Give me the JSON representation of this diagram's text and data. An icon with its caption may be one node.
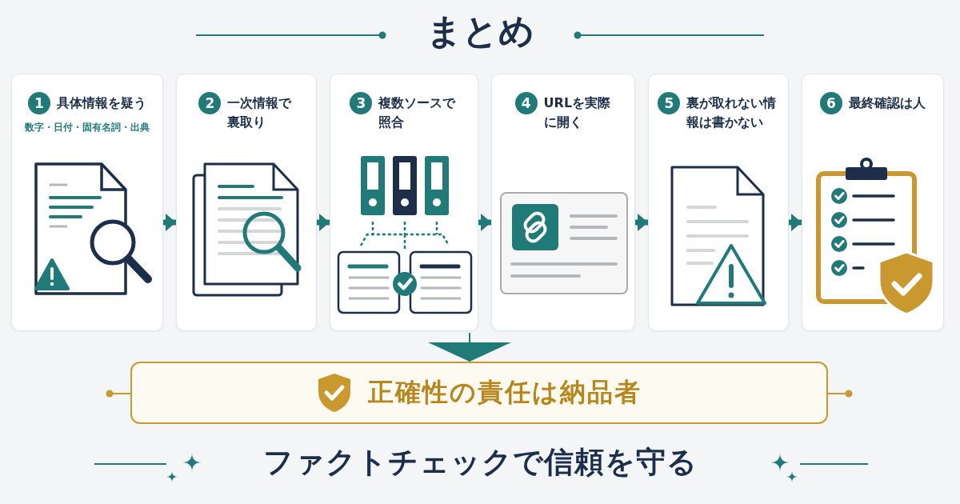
{
  "diagram": {
    "title": "まとめ",
    "caption": "ファクトチェックで信頼を守る",
    "nodes": [
      {
        "text": [
          "1",
          "具体情報を疑う",
          "数字・日付・固有名詞・出典"
        ]
      },
      {
        "text": [
          "2",
          "一次情報で裏取り"
        ]
      },
      {
        "text": [
          "3",
          "複数ソースで照合"
        ]
      },
      {
        "text": [
          "4",
          "URLを実際に開く"
        ]
      },
      {
        "text": [
          "5",
          "裏が取れない情報は書かない"
        ]
      },
      {
        "text": [
          "6",
          "最終確認は人"
        ]
      },
      {
        "text": [
          "正確性の責任は納品者"
        ]
      }
    ],
    "edges": [
      {
        "from": 0,
        "to": 1,
        "arrow": "to"
      },
      {
        "from": 1,
        "to": 2,
        "arrow": "to"
      },
      {
        "from": 2,
        "to": 3,
        "arrow": "to"
      },
      {
        "from": 3,
        "to": 4,
        "arrow": "to"
      },
      {
        "from": 4,
        "to": 5,
        "arrow": "to"
      },
      {
        "from": 2,
        "to": 6,
        "arrow": "to"
      }
    ]
  }
}
